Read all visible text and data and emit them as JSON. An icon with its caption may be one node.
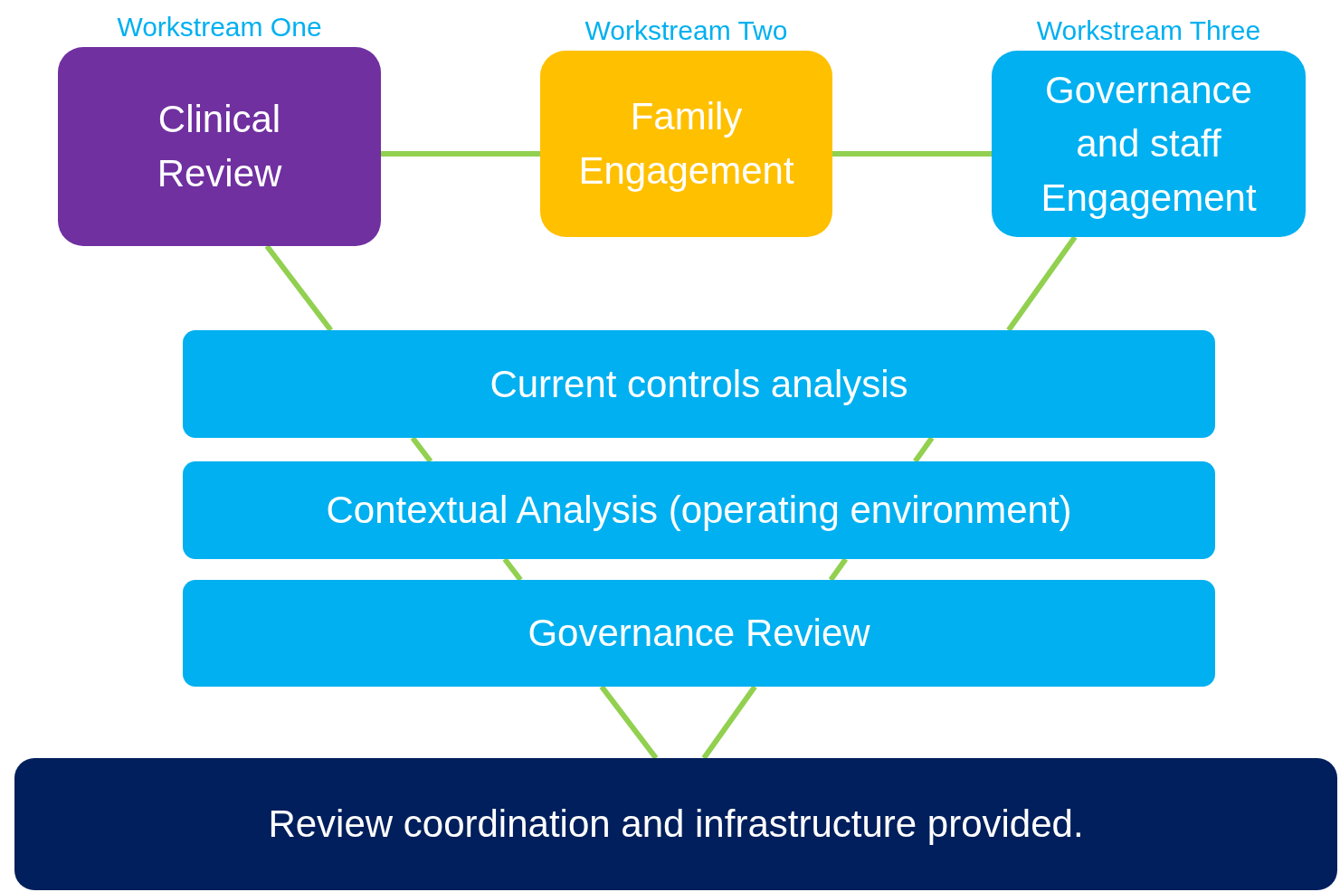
{
  "diagram": {
    "nodes": [
      {
        "text": [
          "Workstream One",
          "Clinical Review"
        ]
      },
      {
        "text": [
          "Workstream Two",
          "Family Engagement"
        ]
      },
      {
        "text": [
          "Workstream Three",
          "Governance and staff Engagement"
        ]
      },
      {
        "text": [
          "Current controls analysis"
        ]
      },
      {
        "text": [
          "Contextual Analysis (operating environment)"
        ]
      },
      {
        "text": [
          "Governance Review"
        ]
      },
      {
        "text": [
          "Review coordination and infrastructure provided."
        ]
      }
    ],
    "edges": [
      {
        "from": 0,
        "to": 1,
        "arrow": "none"
      },
      {
        "from": 1,
        "to": 2,
        "arrow": "none"
      },
      {
        "from": 0,
        "to": 3,
        "arrow": "none"
      },
      {
        "from": 3,
        "to": 4,
        "arrow": "none"
      },
      {
        "from": 4,
        "to": 5,
        "arrow": "none"
      },
      {
        "from": 5,
        "to": 6,
        "arrow": "none"
      },
      {
        "from": 2,
        "to": 3,
        "arrow": "none"
      },
      {
        "from": 3,
        "to": 4,
        "arrow": "none"
      },
      {
        "from": 4,
        "to": 5,
        "arrow": "none"
      },
      {
        "from": 5,
        "to": 6,
        "arrow": "none"
      }
    ]
  }
}
